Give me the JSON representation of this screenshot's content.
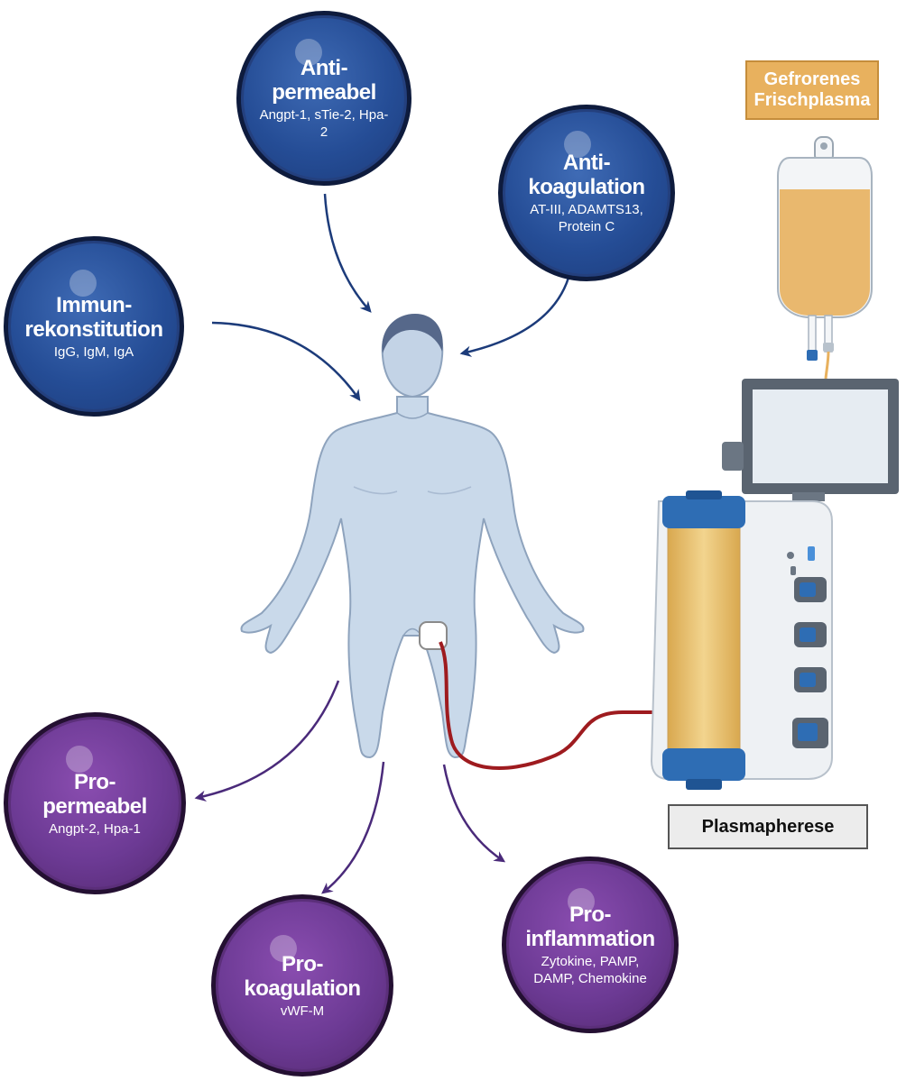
{
  "nodes": {
    "anti_permeabel": {
      "title1": "Anti-",
      "title2": "permeabel",
      "sub": "Angpt-1, sTie-2, Hpa-2"
    },
    "anti_koagulation": {
      "title1": "Anti-",
      "title2": "koagulation",
      "sub": "AT-III, ADAMTS13, Protein C"
    },
    "immunrekonstitution": {
      "title1": "Immun-",
      "title2": "rekonstitution",
      "sub": "IgG, IgM, IgA"
    },
    "pro_permeabel": {
      "title1": "Pro-",
      "title2": "permeabel",
      "sub": "Angpt-2, Hpa-1"
    },
    "pro_koagulation": {
      "title1": "Pro-",
      "title2": "koagulation",
      "sub": "vWF-M"
    },
    "pro_inflammation": {
      "title1": "Pro-",
      "title2": "inflammation",
      "sub": "Zytokine, PAMP, DAMP, Chemokine"
    }
  },
  "labels": {
    "ffp": "Gefrorenes Frischplasma",
    "plasmapherese": "Plasmapherese"
  },
  "colors": {
    "blue_node": "#254d96",
    "purple_node": "#6c3a94",
    "body": "#c9d9ea",
    "plasma": "#e8b15e",
    "tubing": "#9e1b1f",
    "blue_arrow": "#1c3b7a",
    "purple_arrow": "#4a2a7a"
  },
  "icons": [
    "human-body-icon",
    "plasma-bag-icon",
    "plasmapheresis-machine-icon",
    "catheter-icon"
  ]
}
